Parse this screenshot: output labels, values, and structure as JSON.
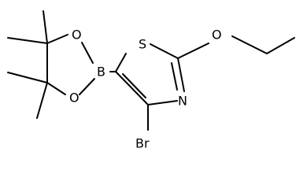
{
  "atoms": {
    "sulfur": "S",
    "nitrogen": "N",
    "bromine": "Br",
    "boron": "B",
    "oxygen_ether": "O",
    "oxygen_ring_top": "O",
    "oxygen_ring_bottom": "O"
  },
  "colors": {
    "bond": "#000000",
    "label": "#000000",
    "background": "#ffffff"
  }
}
